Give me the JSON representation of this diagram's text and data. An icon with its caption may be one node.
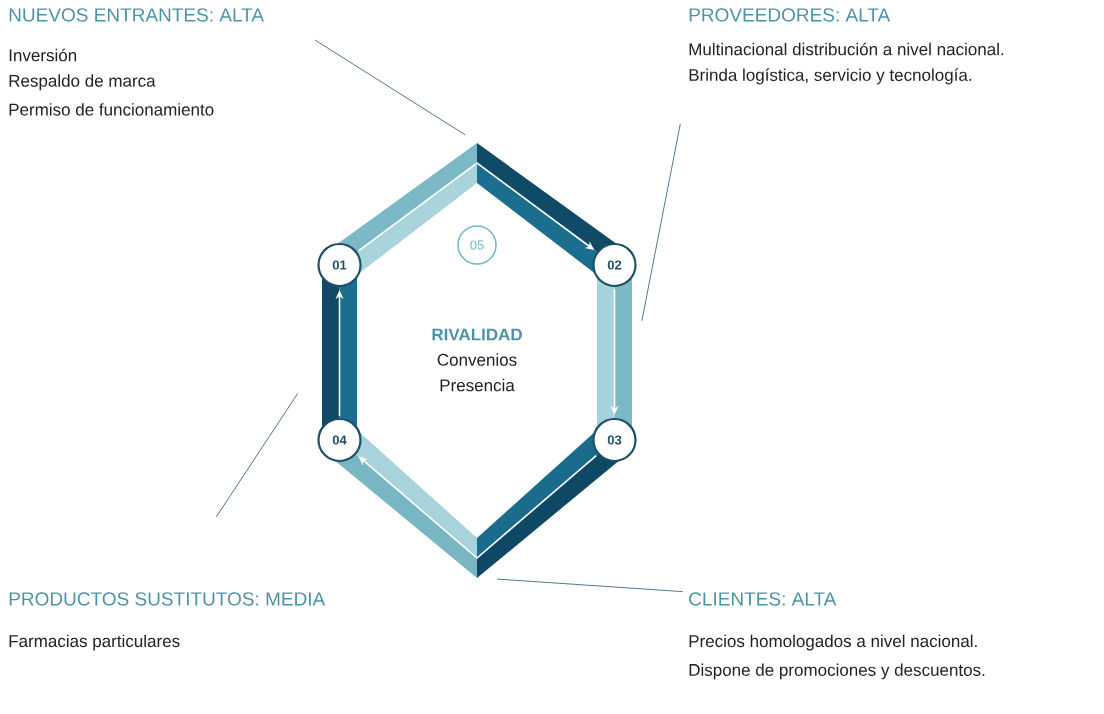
{
  "diagram": {
    "nodes": [
      {
        "text": [
          "NUEVOS ENTRANTES: ALTA",
          "Inversión",
          "Respaldo de marca",
          "Permiso de funcionamiento"
        ]
      },
      {
        "text": [
          "PROVEEDORES: ALTA",
          "Multinacional distribución a nivel nacional.",
          "Brinda logística, servicio y tecnología."
        ]
      },
      {
        "text": [
          "RIVALIDAD",
          "Convenios",
          "Presencia"
        ]
      },
      {
        "text": [
          "05"
        ],
        "in": 2
      },
      {
        "text": [
          "01"
        ],
        "in": 2
      },
      {
        "text": [
          "02"
        ],
        "in": 2
      },
      {
        "text": [
          "03"
        ],
        "in": 2
      },
      {
        "text": [
          "04"
        ],
        "in": 2
      },
      {
        "text": [
          "PRODUCTOS SUSTITUTOS: MEDIA",
          "Farmacias particulares"
        ]
      },
      {
        "text": [
          "CLIENTES: ALTA",
          "Precios homologados a nivel nacional.",
          "Dispone de promociones y descuentos."
        ]
      }
    ],
    "edges": [
      {
        "from": 4,
        "to": 5,
        "arrow": "to",
        "color": "#ffffff"
      },
      {
        "from": 5,
        "to": 6,
        "arrow": "to",
        "color": "#ffffff"
      },
      {
        "from": 6,
        "to": 7,
        "arrow": "to",
        "color": "#ffffff"
      },
      {
        "from": 7,
        "to": 4,
        "arrow": "to",
        "color": "#ffffff"
      },
      {
        "from": 0,
        "to": 2,
        "arrow": "none",
        "color": "#3d6b85"
      },
      {
        "from": 1,
        "to": 2,
        "arrow": "none",
        "color": "#3d6b85"
      },
      {
        "from": 8,
        "to": 2,
        "arrow": "none",
        "color": "#3d6b85"
      },
      {
        "from": 9,
        "to": 2,
        "arrow": "none",
        "color": "#3d6b85"
      }
    ]
  }
}
